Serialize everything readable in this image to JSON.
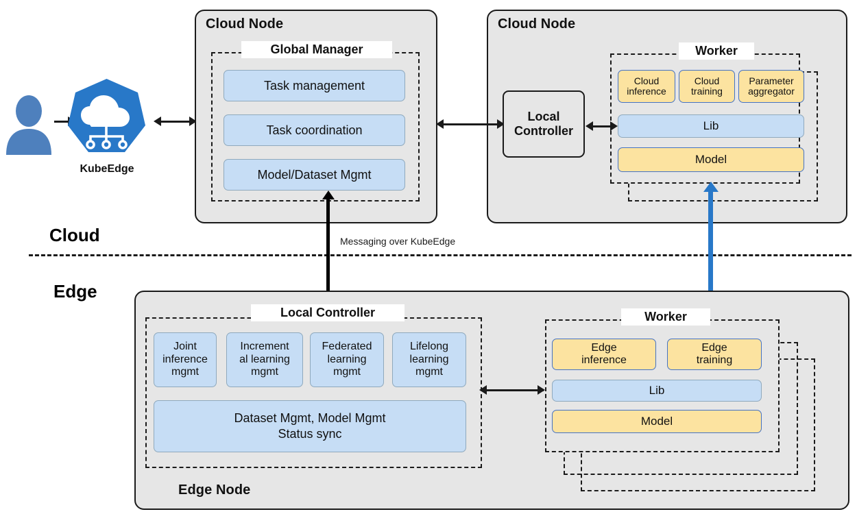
{
  "tiers": {
    "cloud_label": "Cloud",
    "edge_label": "Edge"
  },
  "messaging": {
    "label": "Messaging over KubeEdge"
  },
  "user": {
    "icon": "user-person-icon"
  },
  "kubeedge": {
    "caption": "KubeEdge",
    "icon": "kubeedge-cloud-logo",
    "color": "#2878c8"
  },
  "cloud_node_left": {
    "title": "Cloud Node",
    "group": {
      "label": "Global Manager"
    },
    "items": [
      {
        "label": "Task management",
        "style": "blue"
      },
      {
        "label": "Task coordination",
        "style": "blue"
      },
      {
        "label": "Model/Dataset Mgmt",
        "style": "blue"
      }
    ]
  },
  "cloud_node_right": {
    "title": "Cloud Node",
    "local_controller": {
      "label": "Local\nController",
      "line1": "Local",
      "line2": "Controller"
    },
    "group": {
      "label": "Worker"
    },
    "top_items": [
      {
        "label": "Cloud\ninference",
        "line1": "Cloud",
        "line2": "inference",
        "style": "yellow"
      },
      {
        "label": "Cloud\ntraining",
        "line1": "Cloud",
        "line2": "training",
        "style": "yellow"
      },
      {
        "label": "Parameter\naggregator",
        "line1": "Parameter",
        "line2": "aggregator",
        "style": "yellow"
      }
    ],
    "lib": {
      "label": "Lib",
      "style": "blue"
    },
    "model": {
      "label": "Model",
      "style": "yellow"
    }
  },
  "edge_node": {
    "title": "Edge Node",
    "controller_group": {
      "label": "Local Controller"
    },
    "mgmt_items": [
      {
        "line1": "Joint",
        "line2": "inference",
        "line3": "mgmt",
        "style": "blue"
      },
      {
        "line1": "Increment",
        "line2": "al learning",
        "line3": "mgmt",
        "style": "blue"
      },
      {
        "line1": "Federated",
        "line2": "learning",
        "line3": "mgmt",
        "style": "blue"
      },
      {
        "line1": "Lifelong",
        "line2": "learning",
        "line3": "mgmt",
        "style": "blue"
      }
    ],
    "wide_item": {
      "line1": "Dataset Mgmt, Model Mgmt",
      "line2": "Status sync",
      "style": "blue"
    },
    "worker_group": {
      "label": "Worker"
    },
    "worker_top": [
      {
        "line1": "Edge",
        "line2": "inference",
        "style": "yellow"
      },
      {
        "line1": "Edge",
        "line2": "training",
        "style": "yellow"
      }
    ],
    "lib": {
      "label": "Lib",
      "style": "blue"
    },
    "model": {
      "label": "Model",
      "style": "yellow"
    }
  },
  "colors": {
    "blue_fill": "#c6ddf5",
    "yellow_fill": "#fce3a0",
    "yellow_border": "#4472c4",
    "node_fill": "#e6e6e6",
    "accent_blue": "#2878c8",
    "person_blue": "#4e80bd"
  }
}
